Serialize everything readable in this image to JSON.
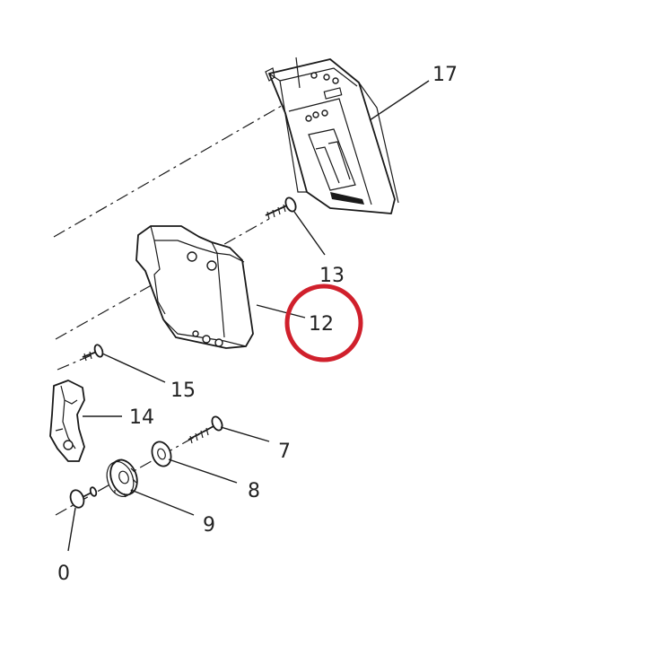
{
  "highlight_color": "#d0202c",
  "highlighted_callout": "12",
  "callouts": {
    "c17": "17",
    "c13": "13",
    "c12": "12",
    "c15": "15",
    "c14": "14",
    "c7": "7",
    "c8": "8",
    "c9": "9",
    "c0": "0"
  }
}
